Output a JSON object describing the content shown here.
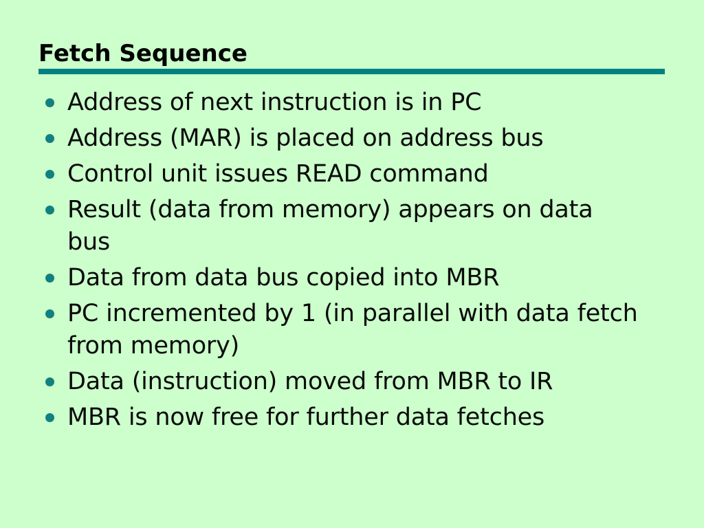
{
  "slide": {
    "title": "Fetch Sequence",
    "background_color": "#ccffcc",
    "accent_color": "#008080",
    "text_color": "#0a0a0a",
    "bullet_marker_color": "#138080",
    "bullets": [
      {
        "text": "Address of next instruction is in PC",
        "wraps": false
      },
      {
        "text": "Address (MAR) is placed on address bus",
        "wraps": false
      },
      {
        "text": "Control unit issues READ command",
        "wraps": false
      },
      {
        "text": "Result (data from memory) appears on data bus",
        "wraps": true
      },
      {
        "text": "Data from data bus copied into MBR",
        "wraps": false
      },
      {
        "text": "PC incremented by 1 (in parallel with data fetch from memory)",
        "wraps": true
      },
      {
        "text": "Data (instruction) moved from MBR to IR",
        "wraps": false
      },
      {
        "text": "MBR is now free for further data fetches",
        "wraps": false
      }
    ]
  }
}
